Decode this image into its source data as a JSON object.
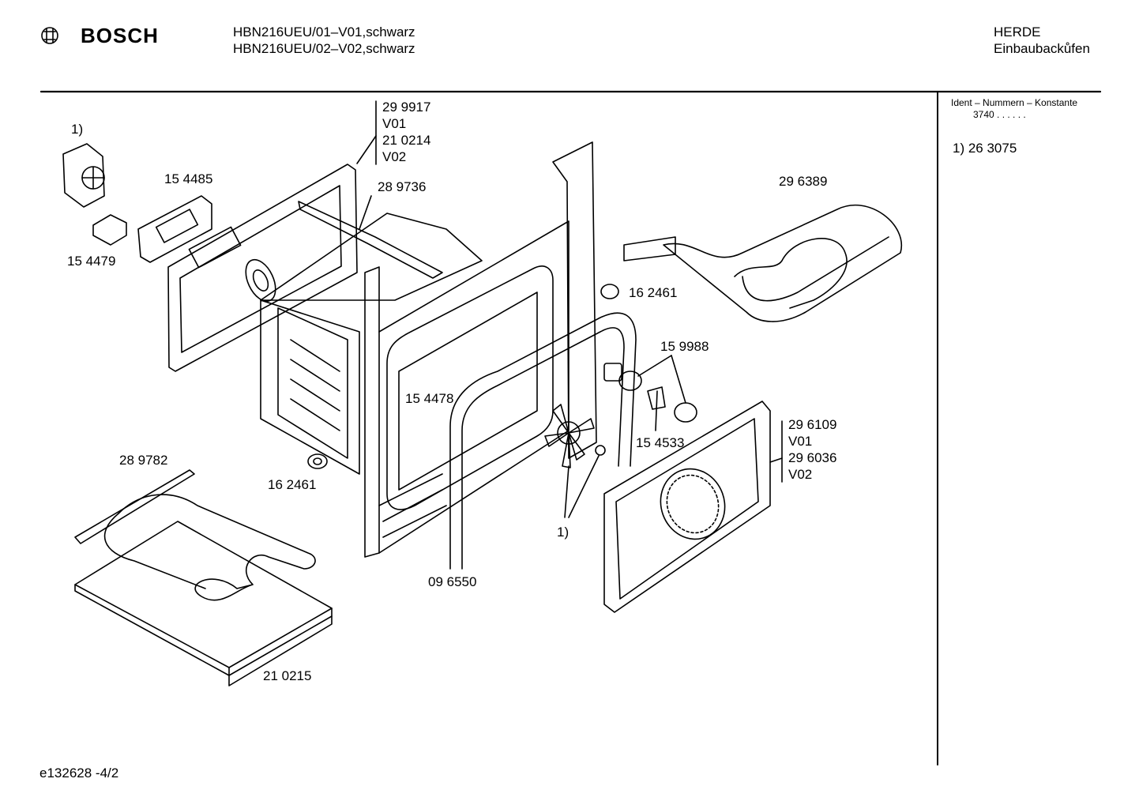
{
  "header": {
    "brand": "BOSCH",
    "models": [
      "HBN216UEU/01–V01,schwarz",
      "HBN216UEU/02–V02,schwarz"
    ],
    "category": "HERDE",
    "subcategory": "Einbaubackůfen"
  },
  "sidebar": {
    "ident_title": "Ident – Nummern – Konstante",
    "ident_value": "3740  .  .   .  .  .  .",
    "note": "1) 26 3075"
  },
  "parts": {
    "p1": "1)",
    "p154485": "15 4485",
    "p154479": "15 4479",
    "group_top": [
      "29 9917",
      "V01",
      "21 0214",
      "V02"
    ],
    "p289736": "28 9736",
    "p296389": "29 6389",
    "p162461a": "16 2461",
    "p159988": "15 9988",
    "p154478": "15 4478",
    "p154533": "15 4533",
    "group_right": [
      "29 6109",
      "V01",
      "29 6036",
      "V02"
    ],
    "p289782": "28 9782",
    "p162461b": "16 2461",
    "p1b": "1)",
    "p096550": "09 6550",
    "p210215": "21 0215"
  },
  "footer": {
    "doc_id": "e132628   -4/2"
  }
}
